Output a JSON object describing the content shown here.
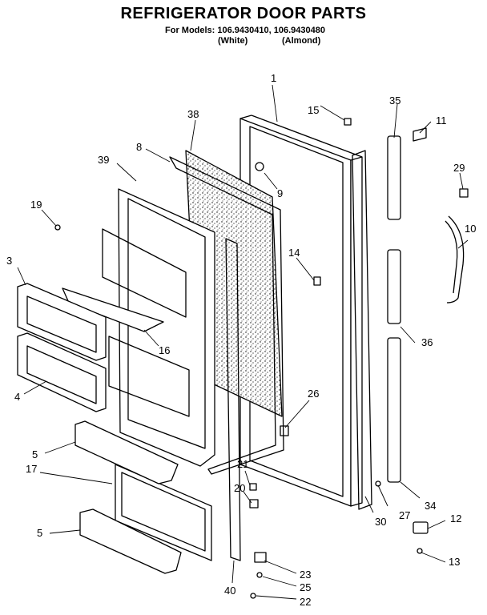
{
  "header": {
    "title": "REFRIGERATOR DOOR PARTS",
    "models_line": "For Models: 106.9430410, 106.9430480",
    "variant_white": "(White)",
    "variant_almond": "(Almond)"
  },
  "callouts": [
    "1",
    "35",
    "15",
    "11",
    "38",
    "8",
    "9",
    "39",
    "29",
    "19",
    "10",
    "3",
    "14",
    "16",
    "36",
    "4",
    "26",
    "5",
    "17",
    "21",
    "20",
    "30",
    "27",
    "34",
    "12",
    "5",
    "13",
    "23",
    "25",
    "40",
    "22"
  ]
}
